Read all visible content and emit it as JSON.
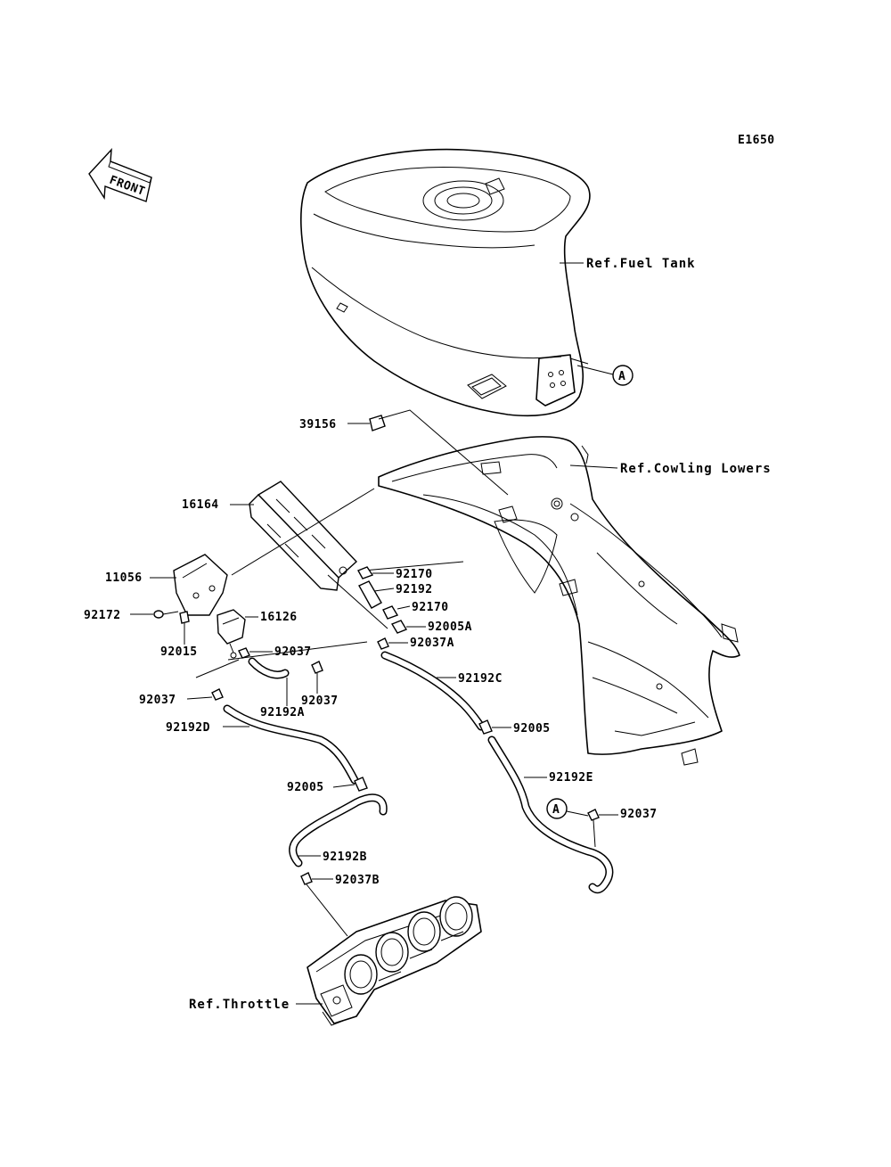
{
  "diagram": {
    "code": "E1650",
    "front_label": "FRONT",
    "reference_labels": {
      "fuel_tank": "Ref.Fuel Tank",
      "cowling_lowers": "Ref.Cowling Lowers",
      "throttle": "Ref.Throttle"
    },
    "callout_marker": "A",
    "parts": [
      {
        "id": "p39156",
        "number": "39156"
      },
      {
        "id": "p16164",
        "number": "16164"
      },
      {
        "id": "p11056",
        "number": "11056"
      },
      {
        "id": "p92172",
        "number": "92172"
      },
      {
        "id": "p92015",
        "number": "92015"
      },
      {
        "id": "p16126",
        "number": "16126"
      },
      {
        "id": "p92170a",
        "number": "92170"
      },
      {
        "id": "p92192",
        "number": "92192"
      },
      {
        "id": "p92170b",
        "number": "92170"
      },
      {
        "id": "p92005A",
        "number": "92005A"
      },
      {
        "id": "p92037A",
        "number": "92037A"
      },
      {
        "id": "p92037a",
        "number": "92037"
      },
      {
        "id": "p92037b",
        "number": "92037"
      },
      {
        "id": "p92037c",
        "number": "92037"
      },
      {
        "id": "p92192A",
        "number": "92192A"
      },
      {
        "id": "p92192C",
        "number": "92192C"
      },
      {
        "id": "p92192D",
        "number": "92192D"
      },
      {
        "id": "p92005a",
        "number": "92005"
      },
      {
        "id": "p92005b",
        "number": "92005"
      },
      {
        "id": "p92192E",
        "number": "92192E"
      },
      {
        "id": "p92037d",
        "number": "92037"
      },
      {
        "id": "p92192B",
        "number": "92192B"
      },
      {
        "id": "p92037B",
        "number": "92037B"
      }
    ]
  }
}
